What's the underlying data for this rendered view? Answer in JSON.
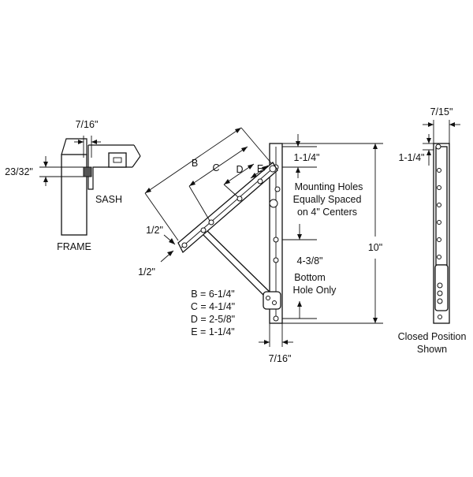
{
  "labels": {
    "sash_width": "7/16\"",
    "sash_height": "23/32\"",
    "sash": "SASH",
    "frame": "FRAME",
    "b": "B",
    "c": "C",
    "d": "D",
    "e": "E",
    "half_top": "1/2\"",
    "half_bottom": "1/2\"",
    "top_hole": "1-1/4\"",
    "mounting_1": "Mounting Holes",
    "mounting_2": "Equally Spaced",
    "mounting_3": "on 4\" Centers",
    "bottom_hole_1": "4-3/8\"",
    "bottom_hole_2": "Bottom",
    "bottom_hole_3": "Hole Only",
    "overall": "10\"",
    "track_width": "7/16\"",
    "closed_width": "7/15\"",
    "closed_top": "1-1/4\"",
    "closed_1": "Closed Position",
    "closed_2": "Shown"
  },
  "dimensions": [
    {
      "letter": "B",
      "value": "6-1/4\"",
      "text": "B = 6-1/4\""
    },
    {
      "letter": "C",
      "value": "4-1/4\"",
      "text": "C = 4-1/4\""
    },
    {
      "letter": "D",
      "value": "2-5/8\"",
      "text": "D = 2-5/8\""
    },
    {
      "letter": "E",
      "value": "1-1/4\"",
      "text": "E = 1-1/4\""
    }
  ]
}
